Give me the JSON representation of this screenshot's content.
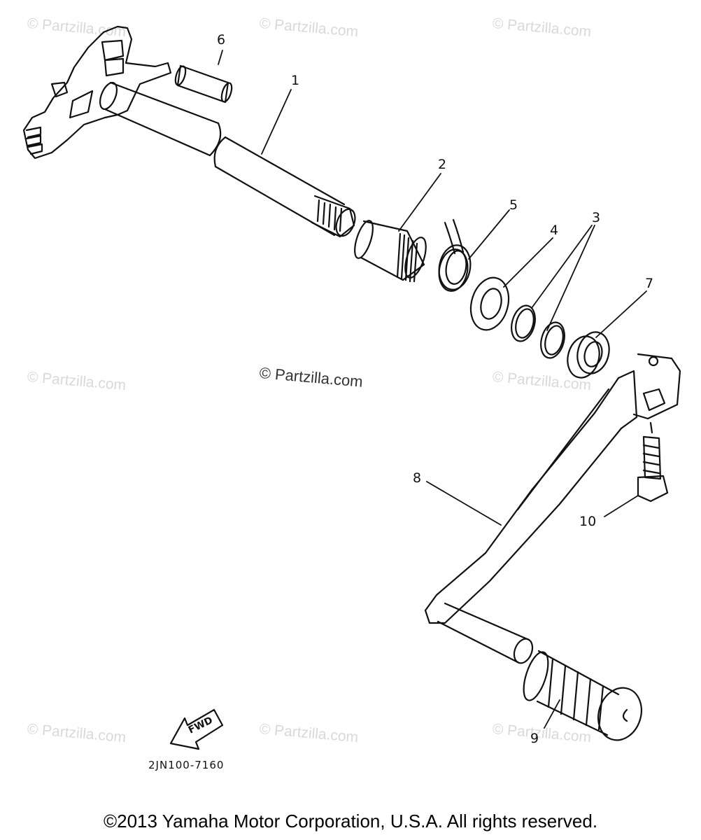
{
  "watermark_text": "© Partzilla.com",
  "center_watermark": "© Partzilla.com",
  "callouts": [
    "1",
    "2",
    "3",
    "4",
    "5",
    "6",
    "7",
    "8",
    "9",
    "10"
  ],
  "fwd_label": "FWD",
  "diagram_code": "2JN100-7160",
  "copyright": "©2013  Yamaha Motor Corporation, U.S.A. All rights reserved.",
  "colors": {
    "line": "#111111",
    "watermark": "#d9d9d9"
  }
}
